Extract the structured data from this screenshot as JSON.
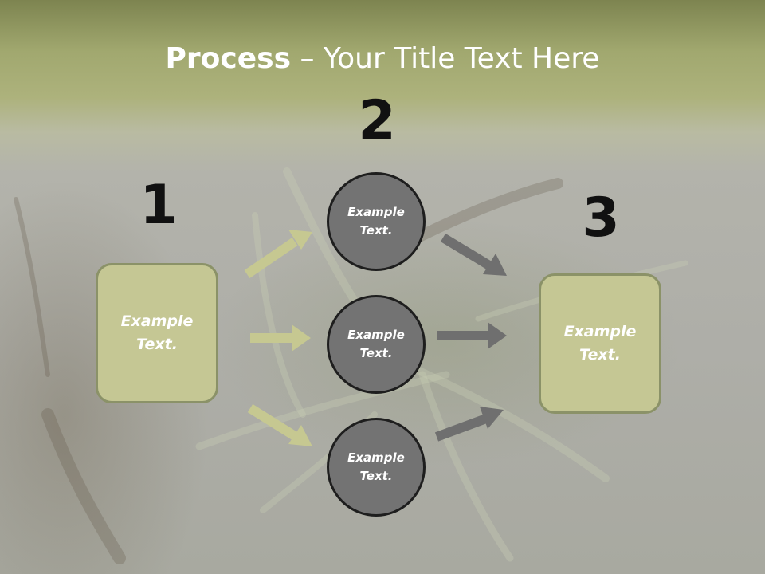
{
  "title": {
    "bold": "Process",
    "rest": " – Your Title Text Here"
  },
  "steps": {
    "one": {
      "number": "1",
      "text": "Example Text."
    },
    "two": {
      "number": "2"
    },
    "three": {
      "number": "3",
      "text": "Example Text."
    }
  },
  "circles": [
    {
      "text": "Example Text."
    },
    {
      "text": "Example Text."
    },
    {
      "text": "Example Text."
    }
  ],
  "colors": {
    "box_fill": "#c5c794",
    "box_border": "#8b9268",
    "circle_fill": "#737373",
    "circle_border": "#1e1e1e",
    "arrow_left": "#c6c891",
    "arrow_right": "#6f6f6f"
  }
}
